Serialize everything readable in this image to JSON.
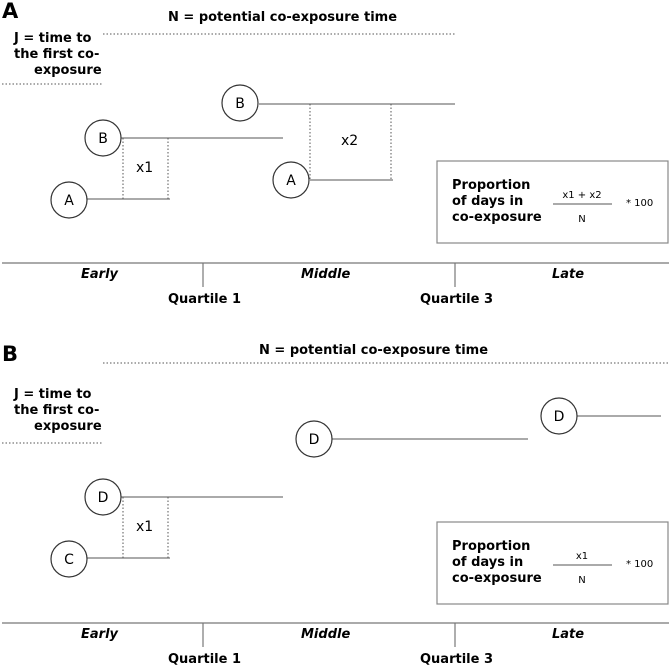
{
  "panel_a": {
    "letter": "A",
    "n_label": "N = potential co-exposure time",
    "j_label": [
      "J = time to",
      "the first co-",
      "exposure"
    ],
    "circles": {
      "b1": "B",
      "a1": "A",
      "b2": "B",
      "a2": "A"
    },
    "x_labels": {
      "x1": "x1",
      "x2": "x2"
    },
    "proportion": {
      "label": [
        "Proportion",
        "of days in",
        "co-exposure"
      ],
      "numerator": "x1 + x2",
      "denominator": "N",
      "multiplier": "* 100"
    },
    "phases": {
      "early": "Early",
      "middle": "Middle",
      "late": "Late"
    },
    "quartiles": {
      "q1": "Quartile 1",
      "q3": "Quartile 3"
    }
  },
  "panel_b": {
    "letter": "B",
    "n_label": "N = potential co-exposure time",
    "j_label": [
      "J = time to",
      "the first co-",
      "exposure"
    ],
    "circles": {
      "d1": "D",
      "c1": "C",
      "d2": "D",
      "d3": "D"
    },
    "x_labels": {
      "x1": "x1"
    },
    "proportion": {
      "label": [
        "Proportion",
        "of days in",
        "co-exposure"
      ],
      "numerator": "x1",
      "denominator": "N",
      "multiplier": "* 100"
    },
    "phases": {
      "early": "Early",
      "middle": "Middle",
      "late": "Late"
    },
    "quartiles": {
      "q1": "Quartile 1",
      "q3": "Quartile 3"
    }
  }
}
